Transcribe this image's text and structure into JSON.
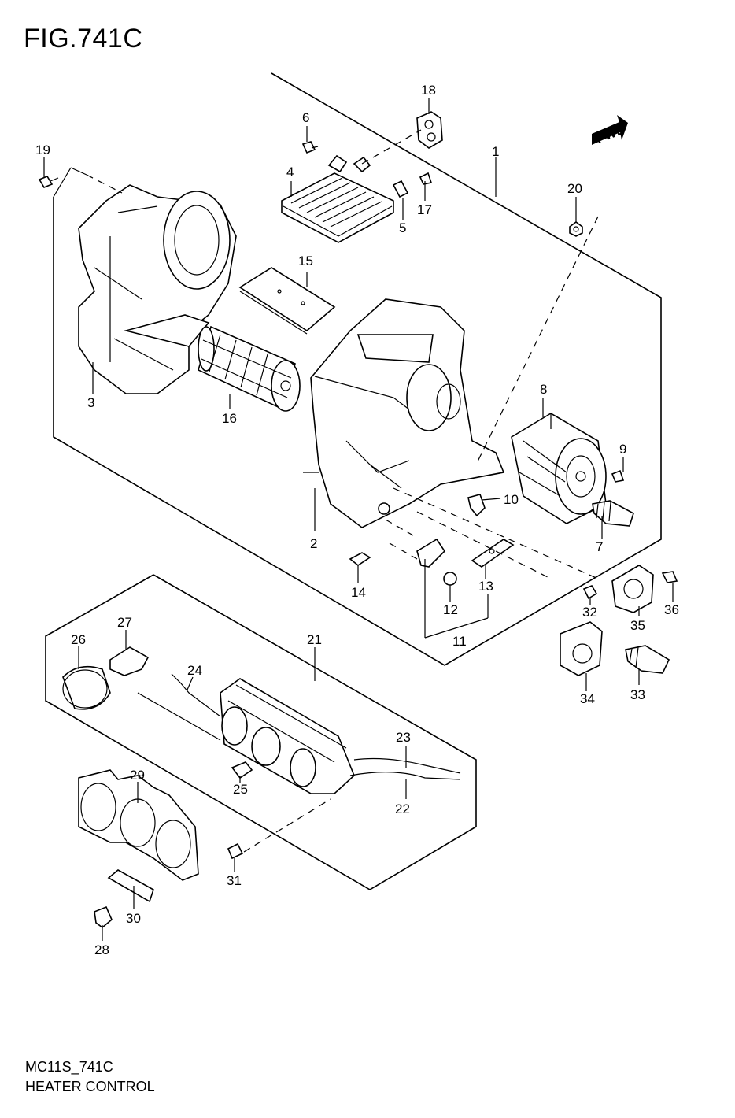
{
  "figure": {
    "title": "FIG.741C"
  },
  "footer": {
    "code": "MC11S_741C",
    "name": "HEATER CONTROL"
  },
  "fwd_marker": {
    "text": "FWD"
  },
  "callouts": {
    "p1": "1",
    "p2": "2",
    "p3": "3",
    "p4": "4",
    "p5": "5",
    "p6": "6",
    "p7": "7",
    "p8": "8",
    "p9": "9",
    "p10": "10",
    "p11": "11",
    "p12": "12",
    "p13": "13",
    "p14": "14",
    "p15": "15",
    "p16": "16",
    "p17": "17",
    "p18": "18",
    "p19": "19",
    "p20": "20",
    "p21": "21",
    "p22": "22",
    "p23": "23",
    "p24": "24",
    "p25": "25",
    "p26": "26",
    "p27": "27",
    "p28": "28",
    "p29": "29",
    "p30": "30",
    "p31": "31",
    "p32": "32",
    "p33": "33",
    "p34": "34",
    "p35": "35",
    "p36": "36"
  }
}
